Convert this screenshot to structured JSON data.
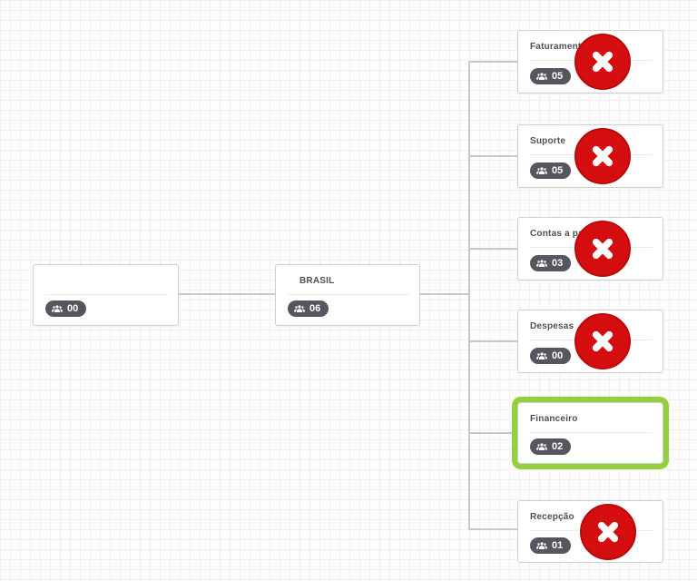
{
  "diagram": {
    "type": "organization-chart",
    "nodes": [
      {
        "id": "root",
        "title": "",
        "member_count": "00",
        "selected": false,
        "has_delete_button": false
      },
      {
        "id": "brasil",
        "title": "BRASIL",
        "member_count": "06",
        "selected": false,
        "has_delete_button": false
      },
      {
        "id": "faturamento",
        "title": "Faturamento",
        "member_count": "05",
        "selected": false,
        "has_delete_button": true
      },
      {
        "id": "suporte",
        "title": "Suporte",
        "member_count": "05",
        "selected": false,
        "has_delete_button": true
      },
      {
        "id": "contas_a_pagar",
        "title": "Contas a pagar",
        "member_count": "03",
        "selected": false,
        "has_delete_button": true
      },
      {
        "id": "despesas",
        "title": "Despesas",
        "member_count": "00",
        "selected": false,
        "has_delete_button": true
      },
      {
        "id": "financeiro",
        "title": "Financeiro",
        "member_count": "02",
        "selected": true,
        "has_delete_button": false
      },
      {
        "id": "recepcao",
        "title": "Recepção",
        "member_count": "01",
        "selected": false,
        "has_delete_button": true
      }
    ],
    "edges": [
      {
        "from": "root",
        "to": "brasil"
      },
      {
        "from": "brasil",
        "to": "faturamento"
      },
      {
        "from": "brasil",
        "to": "suporte"
      },
      {
        "from": "brasil",
        "to": "contas_a_pagar"
      },
      {
        "from": "brasil",
        "to": "despesas"
      },
      {
        "from": "brasil",
        "to": "financeiro"
      },
      {
        "from": "brasil",
        "to": "recepcao"
      }
    ],
    "icons": {
      "badge_icon": "users-group-icon",
      "delete_icon": "x-circle-icon"
    },
    "colors": {
      "canvas_bg": "#fdfdfe",
      "grid_line": "#f2f0f3",
      "node_border": "#d0d0d0",
      "node_title": "#4f5058",
      "divider": "#ececec",
      "badge_bg": "#56565f",
      "badge_text": "#ffffff",
      "connector": "#c8c8c8",
      "delete_button_red": "#d40e0e",
      "selection_green": "#94cf3e"
    }
  }
}
